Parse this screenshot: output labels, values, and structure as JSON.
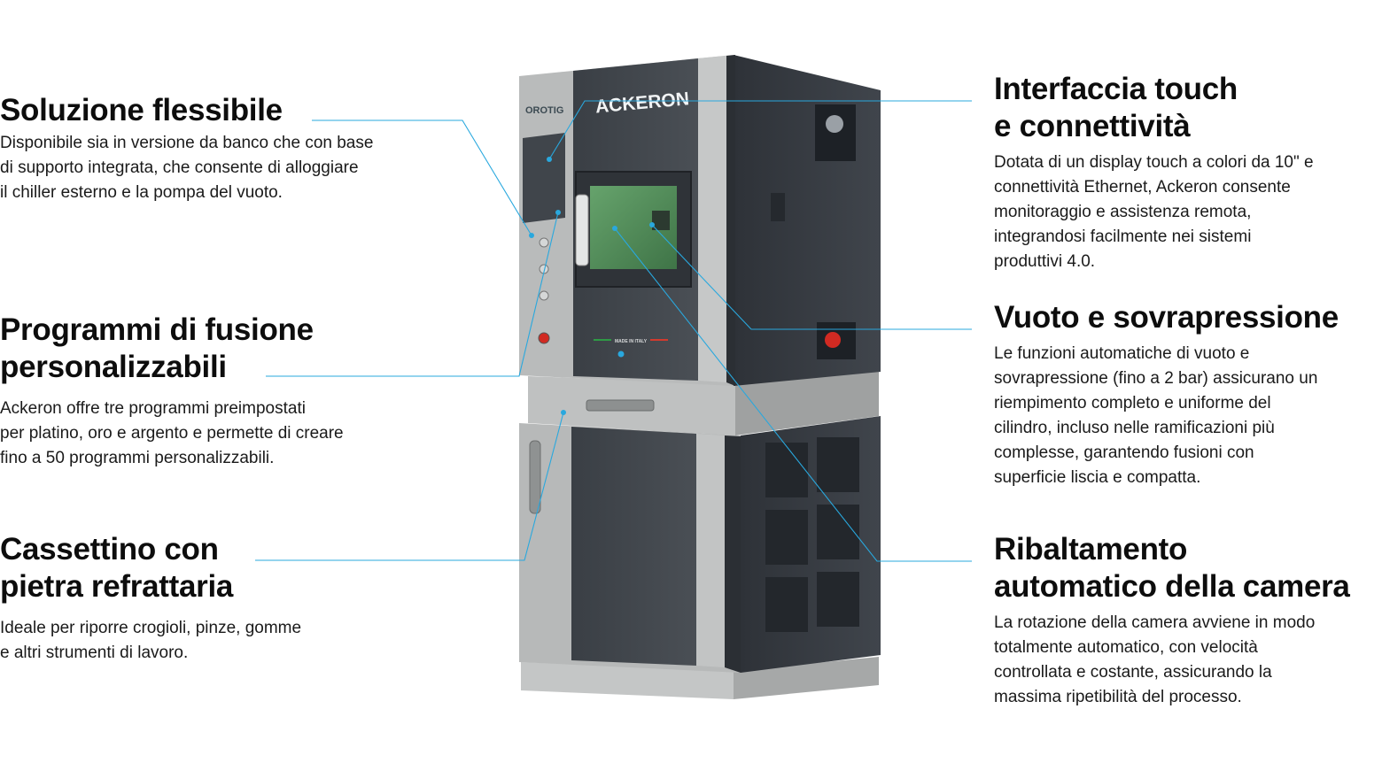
{
  "features": {
    "flexible": {
      "title": "Soluzione flessibile",
      "text": "Disponibile sia in versione da banco che con base\ndi supporto integrata, che consente di alloggiare\nil chiller esterno e la pompa del vuoto."
    },
    "programs": {
      "title": "Programmi di fusione\npersonalizzabili",
      "text": "Ackeron offre tre programmi preimpostati\nper platino, oro e argento e permette di creare\nfino a 50 programmi personalizzabili."
    },
    "drawer": {
      "title": "Cassettino con\npietra refrattaria",
      "text": "Ideale per riporre crogioli, pinze, gomme\ne altri strumenti di lavoro."
    },
    "touch": {
      "title": "Interfaccia touch\ne connettività",
      "text": "Dotata di un display touch a colori da 10\" e\nconnettività Ethernet, Ackeron consente\nmonitoraggio e assistenza remota,\nintegrandosi facilmente nei sistemi\nproduttivi 4.0."
    },
    "vacuum": {
      "title": "Vuoto e sovrapressione",
      "text": "Le funzioni automatiche di vuoto e\nsovrapressione (fino a 2 bar) assicurano un\nriempimento completo e uniforme del\ncilindro, incluso nelle ramificazioni più\ncomplesse, garantendo fusioni con\nsuperficie liscia e compatta."
    },
    "tilt": {
      "title": "Ribaltamento\nautomatico della camera",
      "text": "La rotazione della camera avviene in modo\ntotalmente automatico, con velocità\ncontrollata e costante, assicurando la\nmassima ripetibilità del processo."
    }
  },
  "machine": {
    "brand_small": "OROTIG",
    "brand_large": "ACKERON",
    "made_in": "MADE IN ITALY"
  },
  "colors": {
    "leader_line": "#29a8de",
    "panel_dark": "#3b4047",
    "panel_light": "#b7b9b9",
    "window_green": "#4d8a55"
  }
}
